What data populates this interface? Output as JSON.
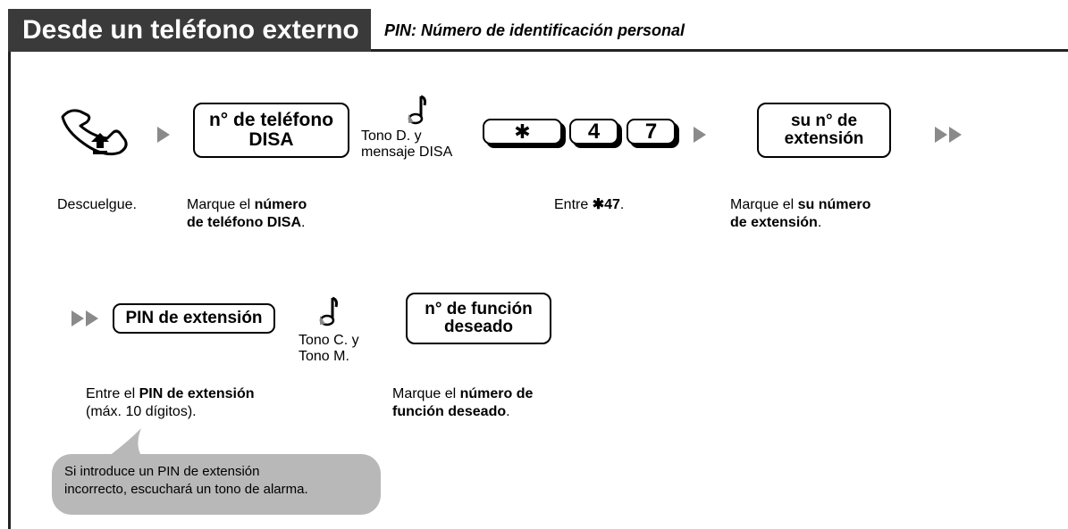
{
  "header": {
    "title": "Desde un teléfono externo",
    "subtitle": "PIN: Número de identificación personal"
  },
  "row1": {
    "box_disa_line1": "n° de teléfono",
    "box_disa_line2": "DISA",
    "tone1_line1": "Tono D. y",
    "tone1_line2": "mensaje DISA",
    "keys": [
      "✱",
      "4",
      "7"
    ],
    "box_ext_line1": "su n° de",
    "box_ext_line2": "extensión",
    "desc_offhook": "Descuelgue.",
    "desc_disa_pre": "Marque el ",
    "desc_disa_bold1": "número",
    "desc_disa_bold2": "de teléfono DISA",
    "desc_disa_end": ".",
    "desc_enter_pre": "Entre ",
    "desc_enter_bold": "✱47",
    "desc_enter_end": ".",
    "desc_ext_pre": "Marque el ",
    "desc_ext_bold1": "su número",
    "desc_ext_bold2": "de extensión",
    "desc_ext_end": "."
  },
  "row2": {
    "box_pin": "PIN de extensión",
    "tone2_line1": "Tono C. y",
    "tone2_line2": "Tono M.",
    "box_func_line1": "n° de función",
    "box_func_line2": "deseado",
    "desc_pin_pre": "Entre el ",
    "desc_pin_bold": "PIN de extensión",
    "desc_pin_line2": "(máx. 10 dígitos).",
    "desc_func_pre": "Marque el ",
    "desc_func_bold1": "número de",
    "desc_func_bold2": "función deseado",
    "desc_func_end": "."
  },
  "note": {
    "line1": "Si introduce un PIN de extensión",
    "line2": "incorrecto, escuchará un tono de alarma."
  },
  "icons": [
    "handset-offhook-icon",
    "musical-note-icon",
    "arrow-right-icon",
    "double-arrow-right-icon"
  ],
  "colors": {
    "header_bg": "#3a3a3a",
    "arrow": "#8a8a8a",
    "bubble": "#b8b8b8"
  }
}
